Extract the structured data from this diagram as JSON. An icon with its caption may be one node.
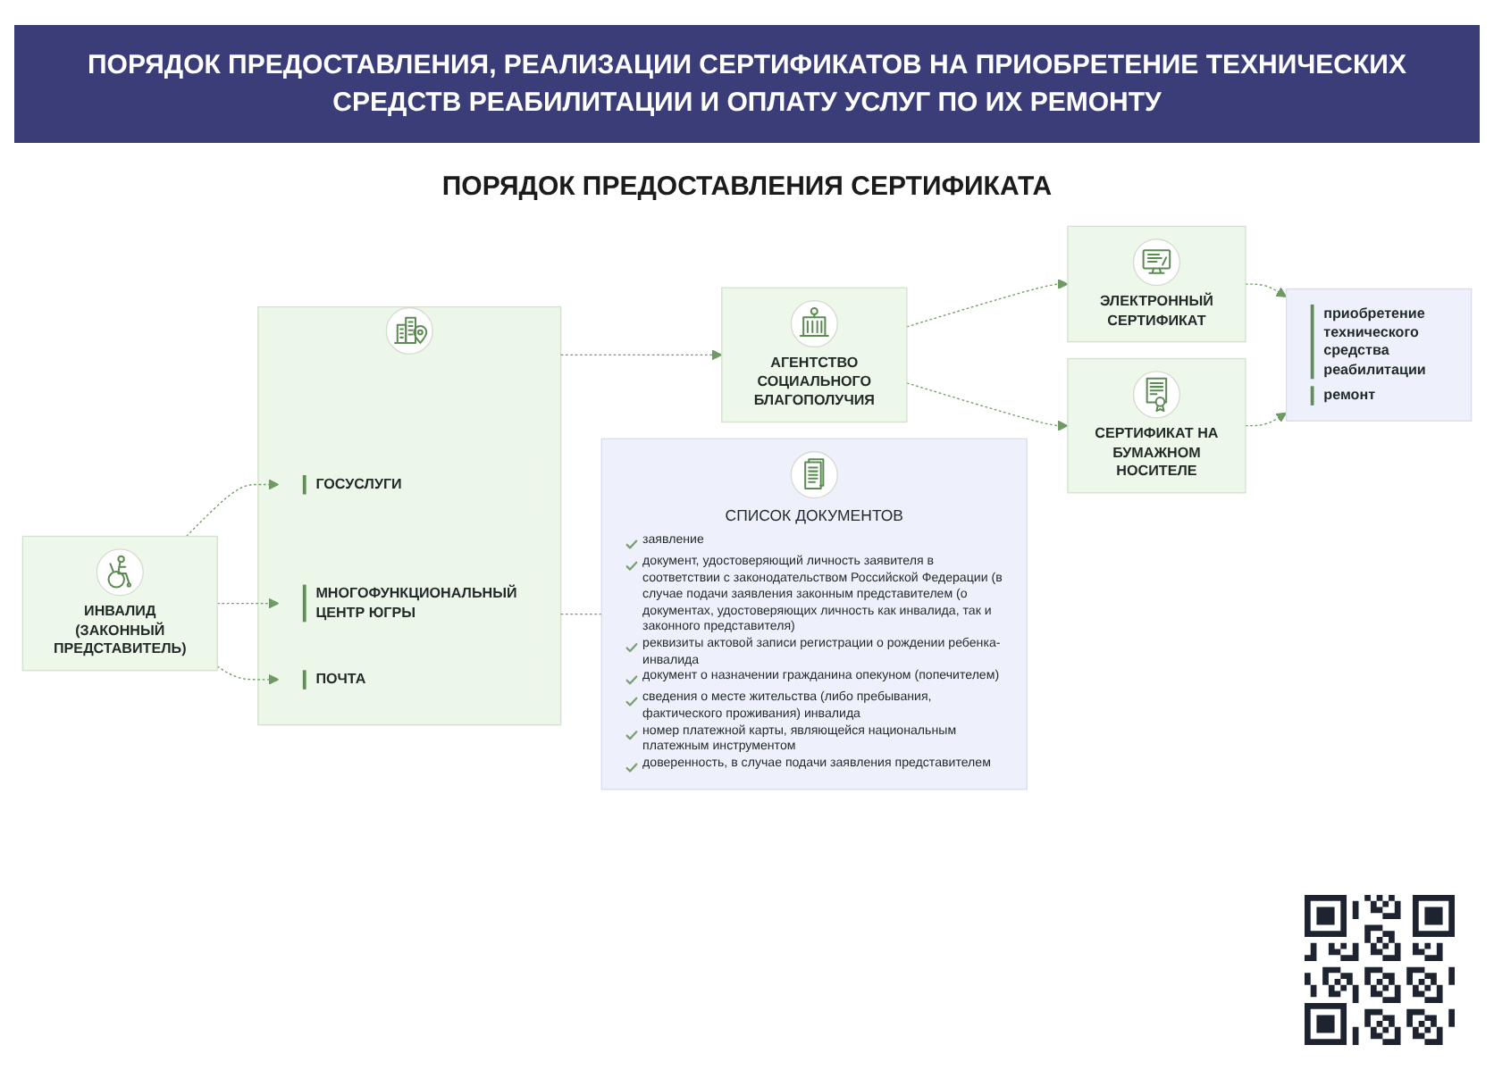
{
  "diagram": {
    "title": "ПОРЯДОК ПРЕДОСТАВЛЕНИЯ, РЕАЛИЗАЦИИ СЕРТИФИКАТОВ НА ПРИОБРЕТЕНИЕ ТЕХНИЧЕСКИХ СРЕДСТВ РЕАБИЛИТАЦИИ И ОПЛАТУ УСЛУГ ПО ИХ РЕМОНТУ",
    "nodes": [
      {
        "text": [
          "ИНВАЛИД (ЗАКОННЫЙ ПРЕДСТАВИТЕЛЬ)"
        ]
      },
      {
        "text": [],
        "shape": "box"
      },
      {
        "text": [
          "ГОСУСЛУГИ"
        ],
        "in": 1
      },
      {
        "text": [
          "МНОГОФУНКЦИОНАЛЬНЫЙ ЦЕНТР ЮГРЫ"
        ],
        "in": 1
      },
      {
        "text": [
          "ПОЧТА"
        ],
        "in": 1
      },
      {
        "text": [
          "АГЕНТСТВО СОЦИАЛЬНОГО БЛАГОПОЛУЧИЯ"
        ]
      },
      {
        "text": [
          "ЭЛЕКТРОННЫЙ СЕРТИФИКАТ"
        ]
      },
      {
        "text": [
          "СЕРТИФИКАТ НА БУМАЖНОМ НОСИТЕЛЕ"
        ]
      },
      {
        "text": [
          "приобретение технического средства реабилитации",
          "ремонт"
        ]
      },
      {
        "text": [
          "СПИСОК ДОКУМЕНТОВ",
          "заявление",
          "документ, удостоверяющий личность заявителя в соответствии с законодательством Российской Федерации (в случае подачи заявления законным представителем (о документах, удостоверяющих личность как инвалида, так и законного представителя)",
          "реквизиты актовой записи регистрации о рождении ребенка-инвалида",
          "документ о назначении гражданина опекуном (попечителем)",
          "сведения о месте жительства (либо пребывания, фактического проживания) инвалида",
          "номер платежной карты, являющейся национальным платежным инструментом",
          "доверенность, в случае подачи заявления представителем"
        ]
      }
    ],
    "edges": [
      {
        "from": 0,
        "to": 2,
        "arrow": "to",
        "style": "dashed"
      },
      {
        "from": 0,
        "to": 3,
        "arrow": "to",
        "style": "dashed"
      },
      {
        "from": 0,
        "to": 4,
        "arrow": "to",
        "style": "dashed"
      },
      {
        "from": 1,
        "to": 5,
        "arrow": "to",
        "style": "dashed"
      },
      {
        "from": 1,
        "to": 9,
        "arrow": "none",
        "style": "dashed"
      },
      {
        "from": 5,
        "to": 6,
        "arrow": "to",
        "style": "dashed"
      },
      {
        "from": 5,
        "to": 7,
        "arrow": "to",
        "style": "dashed"
      },
      {
        "from": 6,
        "to": 8,
        "arrow": "to",
        "style": "dashed"
      },
      {
        "from": 7,
        "to": 8,
        "arrow": "to",
        "style": "dashed"
      }
    ],
    "labels": [
      "ПОРЯДОК ПРЕДОСТАВЛЕНИЯ СЕРТИФИКАТА"
    ]
  }
}
